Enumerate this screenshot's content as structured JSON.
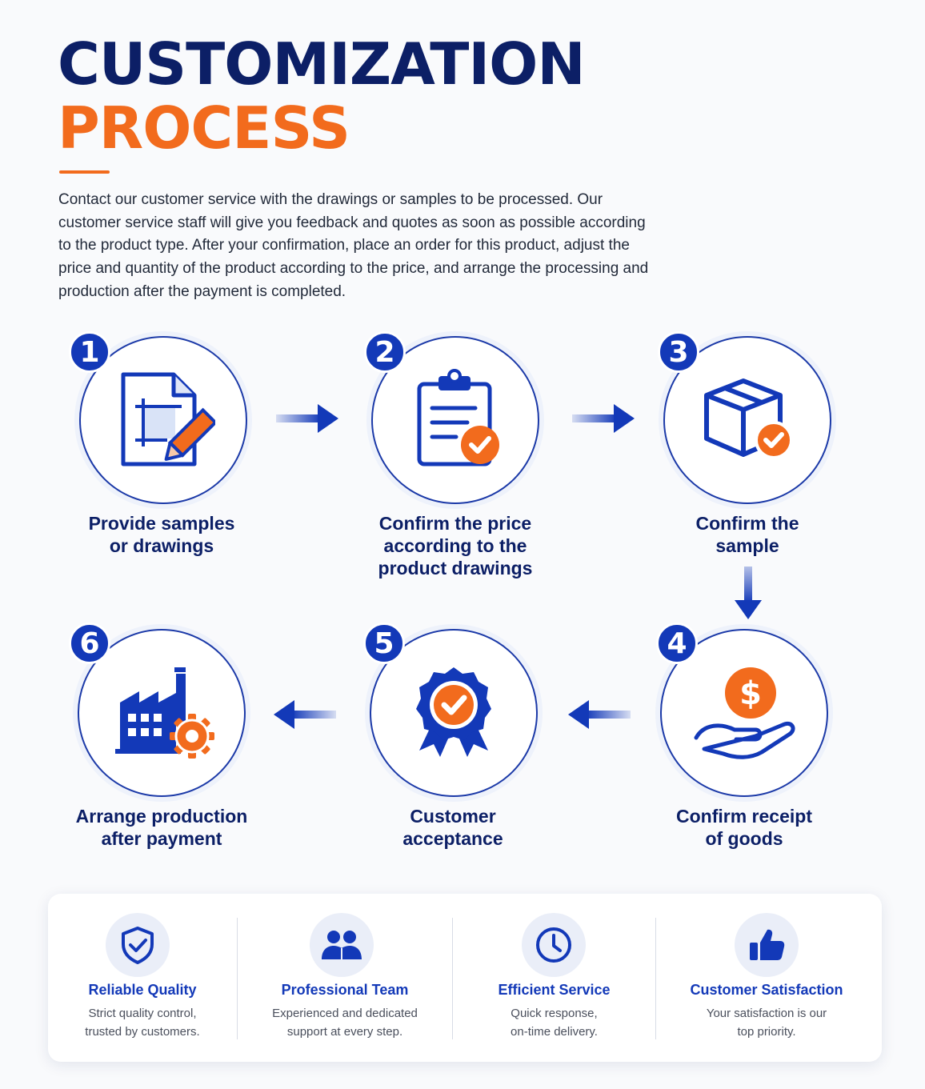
{
  "header": {
    "title_line1": "CUSTOMIZATION",
    "title_line2": "PROCESS",
    "intro": "Contact our customer service with the drawings or samples to be processed. Our customer service staff will give you feedback and quotes as soon as possible according to the product type. After your confirmation, place an order for this product, adjust the price and quantity of the product according to the price, and arrange the processing and production after the payment is completed."
  },
  "steps": [
    {
      "number": "1",
      "label": "Provide samples\nor drawings",
      "icon": "document-pencil-icon"
    },
    {
      "number": "2",
      "label": "Confirm the price\naccording to the\nproduct drawings",
      "icon": "clipboard-check-icon"
    },
    {
      "number": "3",
      "label": "Confirm the\nsample",
      "icon": "box-check-icon"
    },
    {
      "number": "4",
      "label": "Confirm receipt\nof goods",
      "icon": "hand-dollar-icon"
    },
    {
      "number": "5",
      "label": "Customer\nacceptance",
      "icon": "award-badge-icon"
    },
    {
      "number": "6",
      "label": "Arrange production\nafter payment",
      "icon": "factory-gear-icon"
    }
  ],
  "features": [
    {
      "title": "Reliable Quality",
      "desc": "Strict quality control,\ntrusted by customers.",
      "icon": "shield-check-icon"
    },
    {
      "title": "Professional Team",
      "desc": "Experienced and dedicated\nsupport at every step.",
      "icon": "team-icon"
    },
    {
      "title": "Efficient Service",
      "desc": "Quick response,\non-time delivery.",
      "icon": "clock-icon"
    },
    {
      "title": "Customer Satisfaction",
      "desc": "Your satisfaction is our\ntop priority.",
      "icon": "thumbs-up-icon"
    }
  ],
  "colors": {
    "navy": "#0c1f66",
    "blue": "#1339b8",
    "orange": "#f26b1d"
  }
}
